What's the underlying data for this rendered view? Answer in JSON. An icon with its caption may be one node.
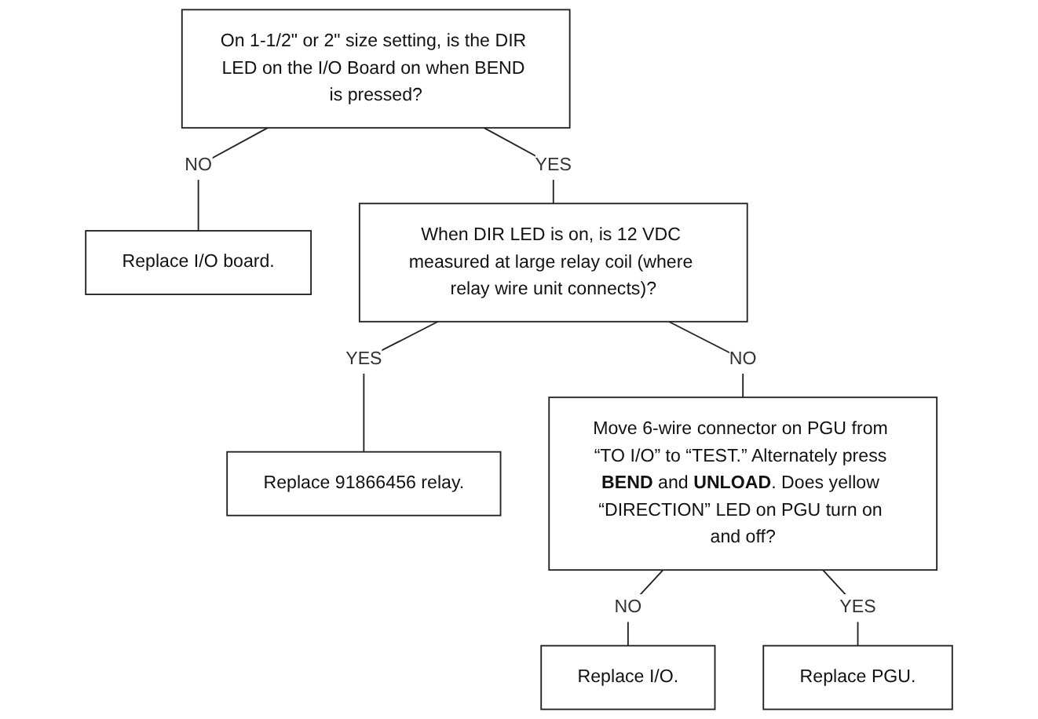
{
  "diagram": {
    "nodes": [
      {
        "text": [
          "On 1-1/2\" or 2\" size setting, is the DIR LED on the I/O Board on when BEND is pressed?"
        ]
      },
      {
        "text": [
          "Replace I/O board."
        ]
      },
      {
        "text": [
          "When DIR LED is on, is 12 VDC measured at large relay coil (where relay wire unit connects)?"
        ]
      },
      {
        "text": [
          "Replace 91866456 relay."
        ]
      },
      {
        "text": [
          "Move 6-wire connector on PGU from “TO I/O” to “TEST.” Alternately press **BEND** and **UNLOAD**. Does yellow “DIRECTION” LED on PGU turn on and off?"
        ]
      },
      {
        "text": [
          "Replace I/O."
        ]
      },
      {
        "text": [
          "Replace PGU."
        ]
      }
    ],
    "edges": [
      {
        "from": 0,
        "to": 1,
        "arrow": "none",
        "label": "NO"
      },
      {
        "from": 0,
        "to": 2,
        "arrow": "none",
        "label": "YES"
      },
      {
        "from": 2,
        "to": 3,
        "arrow": "none",
        "label": "YES"
      },
      {
        "from": 2,
        "to": 4,
        "arrow": "none",
        "label": "NO"
      },
      {
        "from": 4,
        "to": 5,
        "arrow": "none",
        "label": "NO"
      },
      {
        "from": 4,
        "to": 6,
        "arrow": "none",
        "label": "YES"
      }
    ]
  }
}
